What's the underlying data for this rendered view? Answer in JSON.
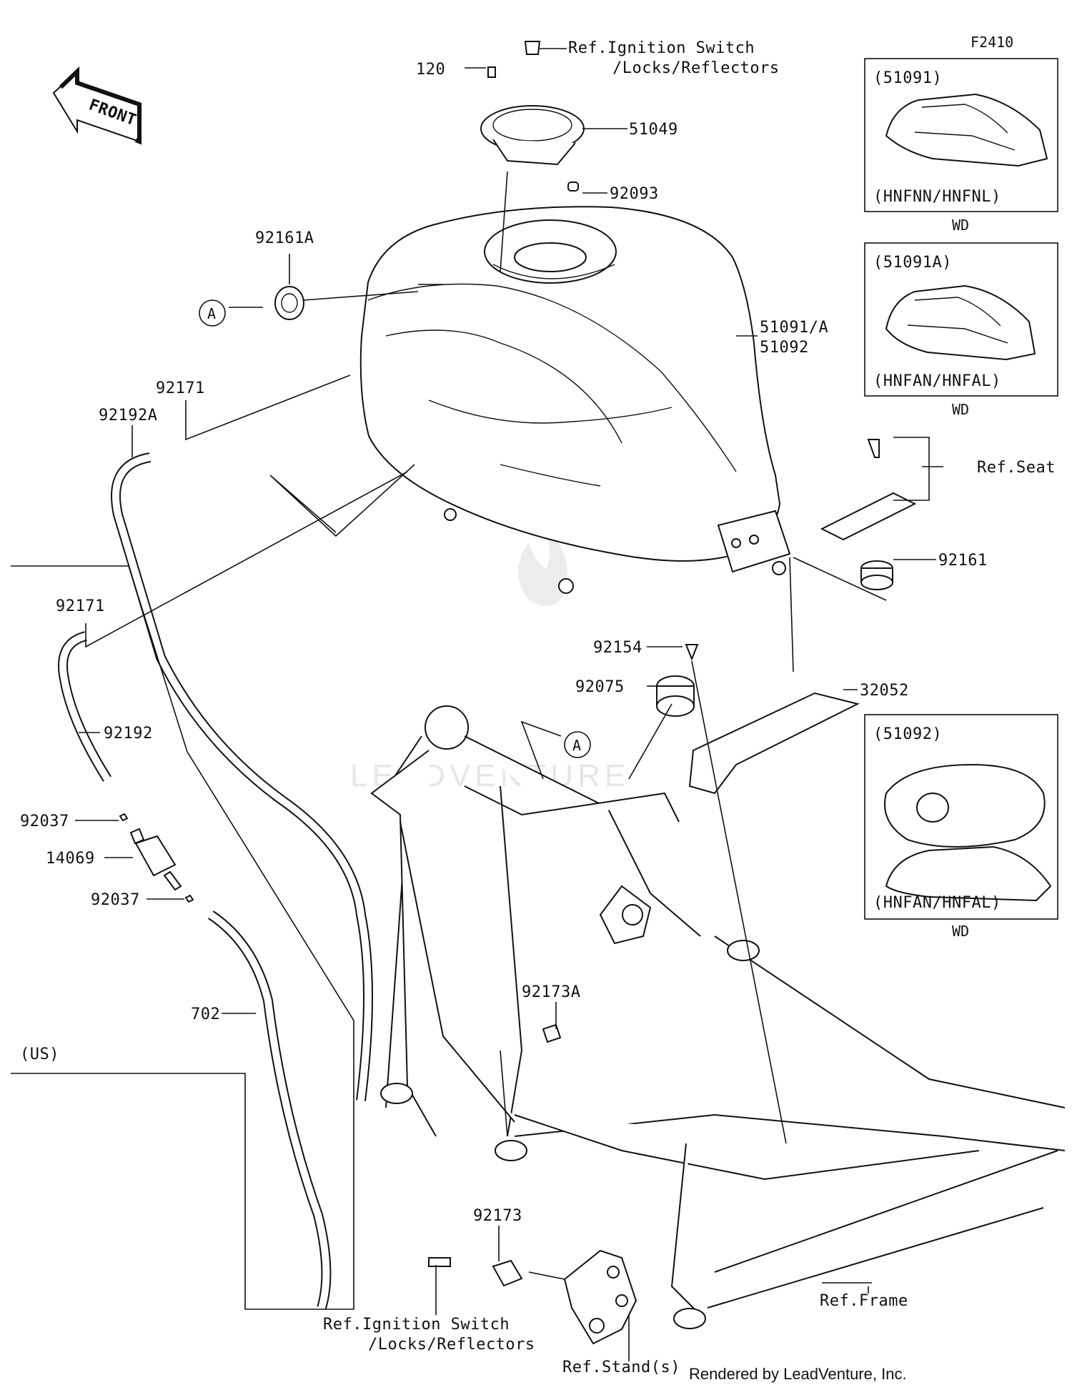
{
  "diagram_id": "F2410",
  "front_arrow": "FRONT",
  "labels": {
    "p120": "120",
    "ref_ignition_top_1": "Ref.Ignition Switch",
    "ref_ignition_top_2": "/Locks/Reflectors",
    "p51049": "51049",
    "p92093": "92093",
    "p92161A": "92161A",
    "callout_A": "A",
    "p51091A": "51091/A",
    "p51092": "51092",
    "p92171_top": "92171",
    "p92192A": "92192A",
    "p92171_box": "92171",
    "p92192": "92192",
    "p92037_a": "92037",
    "p14069": "14069",
    "p92037_b": "92037",
    "p702": "702",
    "us_label": "(US)",
    "ref_seat": "Ref.Seat",
    "p92161": "92161",
    "p92154": "92154",
    "p92075": "92075",
    "p32052": "32052",
    "p92173A": "92173A",
    "p92173": "92173",
    "ref_ignition_bottom_1": "Ref.Ignition Switch",
    "ref_ignition_bottom_2": "/Locks/Reflectors",
    "ref_stands": "Ref.Stand(s)",
    "ref_frame": "Ref.Frame"
  },
  "insets": [
    {
      "code": "(51091)",
      "variant": "(HNFNN/HNFNL)",
      "tag": "WD"
    },
    {
      "code": "(51091A)",
      "variant": "(HNFAN/HNFAL)",
      "tag": "WD"
    },
    {
      "code": "(51092)",
      "variant": "(HNFAN/HNFAL)",
      "tag": "WD"
    }
  ],
  "watermark": "LEADVENTURE",
  "credit": "Rendered by LeadVenture, Inc."
}
